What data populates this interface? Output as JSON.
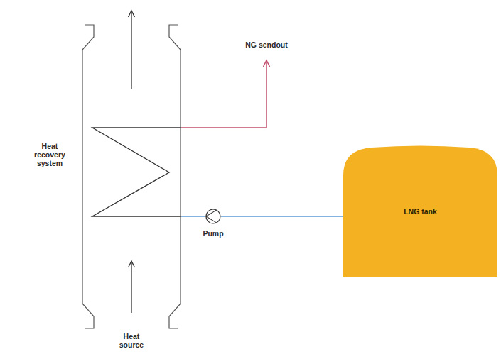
{
  "diagram": {
    "nodes": [
      {
        "text": [
          "Heat recovery system"
        ]
      },
      {
        "text": [
          "Pump"
        ]
      },
      {
        "text": [
          "LNG tank"
        ]
      }
    ],
    "edges": [
      {
        "from": 2,
        "to": 1,
        "arrow": "none"
      },
      {
        "from": 1,
        "to": 0,
        "arrow": "none"
      }
    ],
    "labels": [
      "NG sendout",
      "Heat source"
    ]
  }
}
